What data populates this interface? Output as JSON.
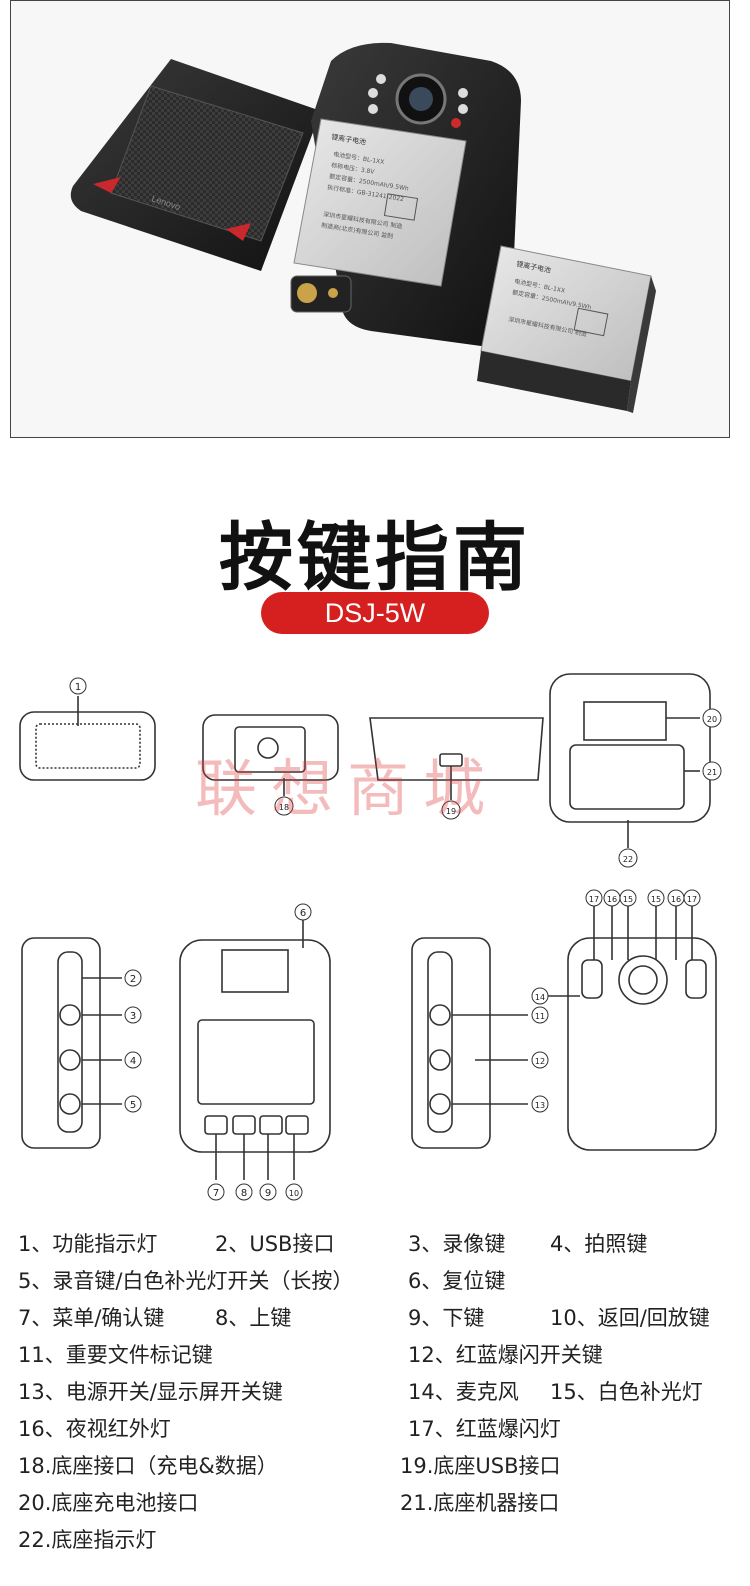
{
  "header": {
    "title": "按键指南",
    "model": "DSJ-5W"
  },
  "photo": {
    "cover_brand": "Lenovo",
    "battery_label": {
      "title": "锂离子电池",
      "lines": [
        "电池型号：BL-1XX",
        "标称电压：3.8V",
        "额定容量：2500mAh/9.5Wh",
        "执行标准：GB-31241-2022",
        "深圳市星耀科技有限公司 制造",
        "制造商(北京)有限公司 监制"
      ]
    }
  },
  "watermark": "联想商城",
  "callouts": [
    "1",
    "2",
    "3",
    "4",
    "5",
    "6",
    "7",
    "8",
    "9",
    "10",
    "11",
    "12",
    "13",
    "14",
    "15",
    "15",
    "16",
    "16",
    "17",
    "17",
    "18",
    "19",
    "20",
    "21",
    "22"
  ],
  "legend": [
    "1、功能指示灯",
    "2、USB接口",
    "3、录像键",
    "4、拍照键",
    "5、录音键/白色补光灯开关（长按）",
    "6、复位键",
    "7、菜单/确认键",
    "8、上键",
    "9、下键",
    "10、返回/回放键",
    "11、重要文件标记键",
    "12、红蓝爆闪开关键",
    "13、电源开关/显示屏开关键",
    "14、麦克风",
    "15、白色补光灯",
    "16、夜视红外灯",
    "17、红蓝爆闪灯",
    "18.底座接口（充电&数据）",
    "19.底座USB接口",
    "20.底座充电池接口",
    "21.底座机器接口",
    "22.底座指示灯"
  ],
  "colors": {
    "accent": "#d62020",
    "line": "#333333"
  }
}
